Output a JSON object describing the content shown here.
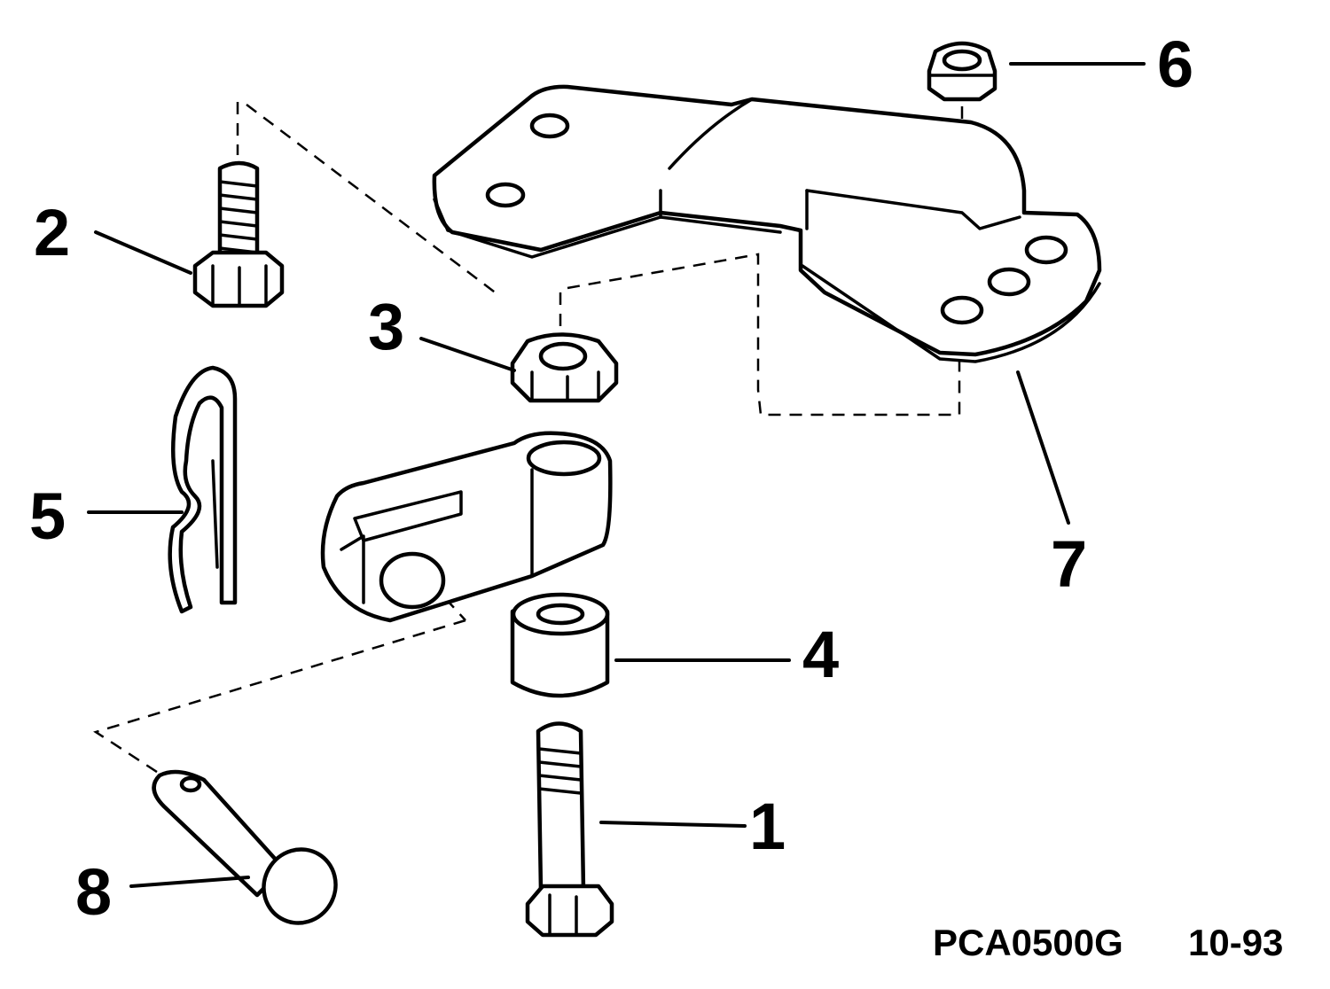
{
  "callouts": [
    "1",
    "2",
    "3",
    "4",
    "5",
    "6",
    "7",
    "8"
  ],
  "drawing_code": "PCA0500G",
  "drawing_date": "10-93",
  "colors": {
    "line": "#000000",
    "background": "#ffffff"
  }
}
